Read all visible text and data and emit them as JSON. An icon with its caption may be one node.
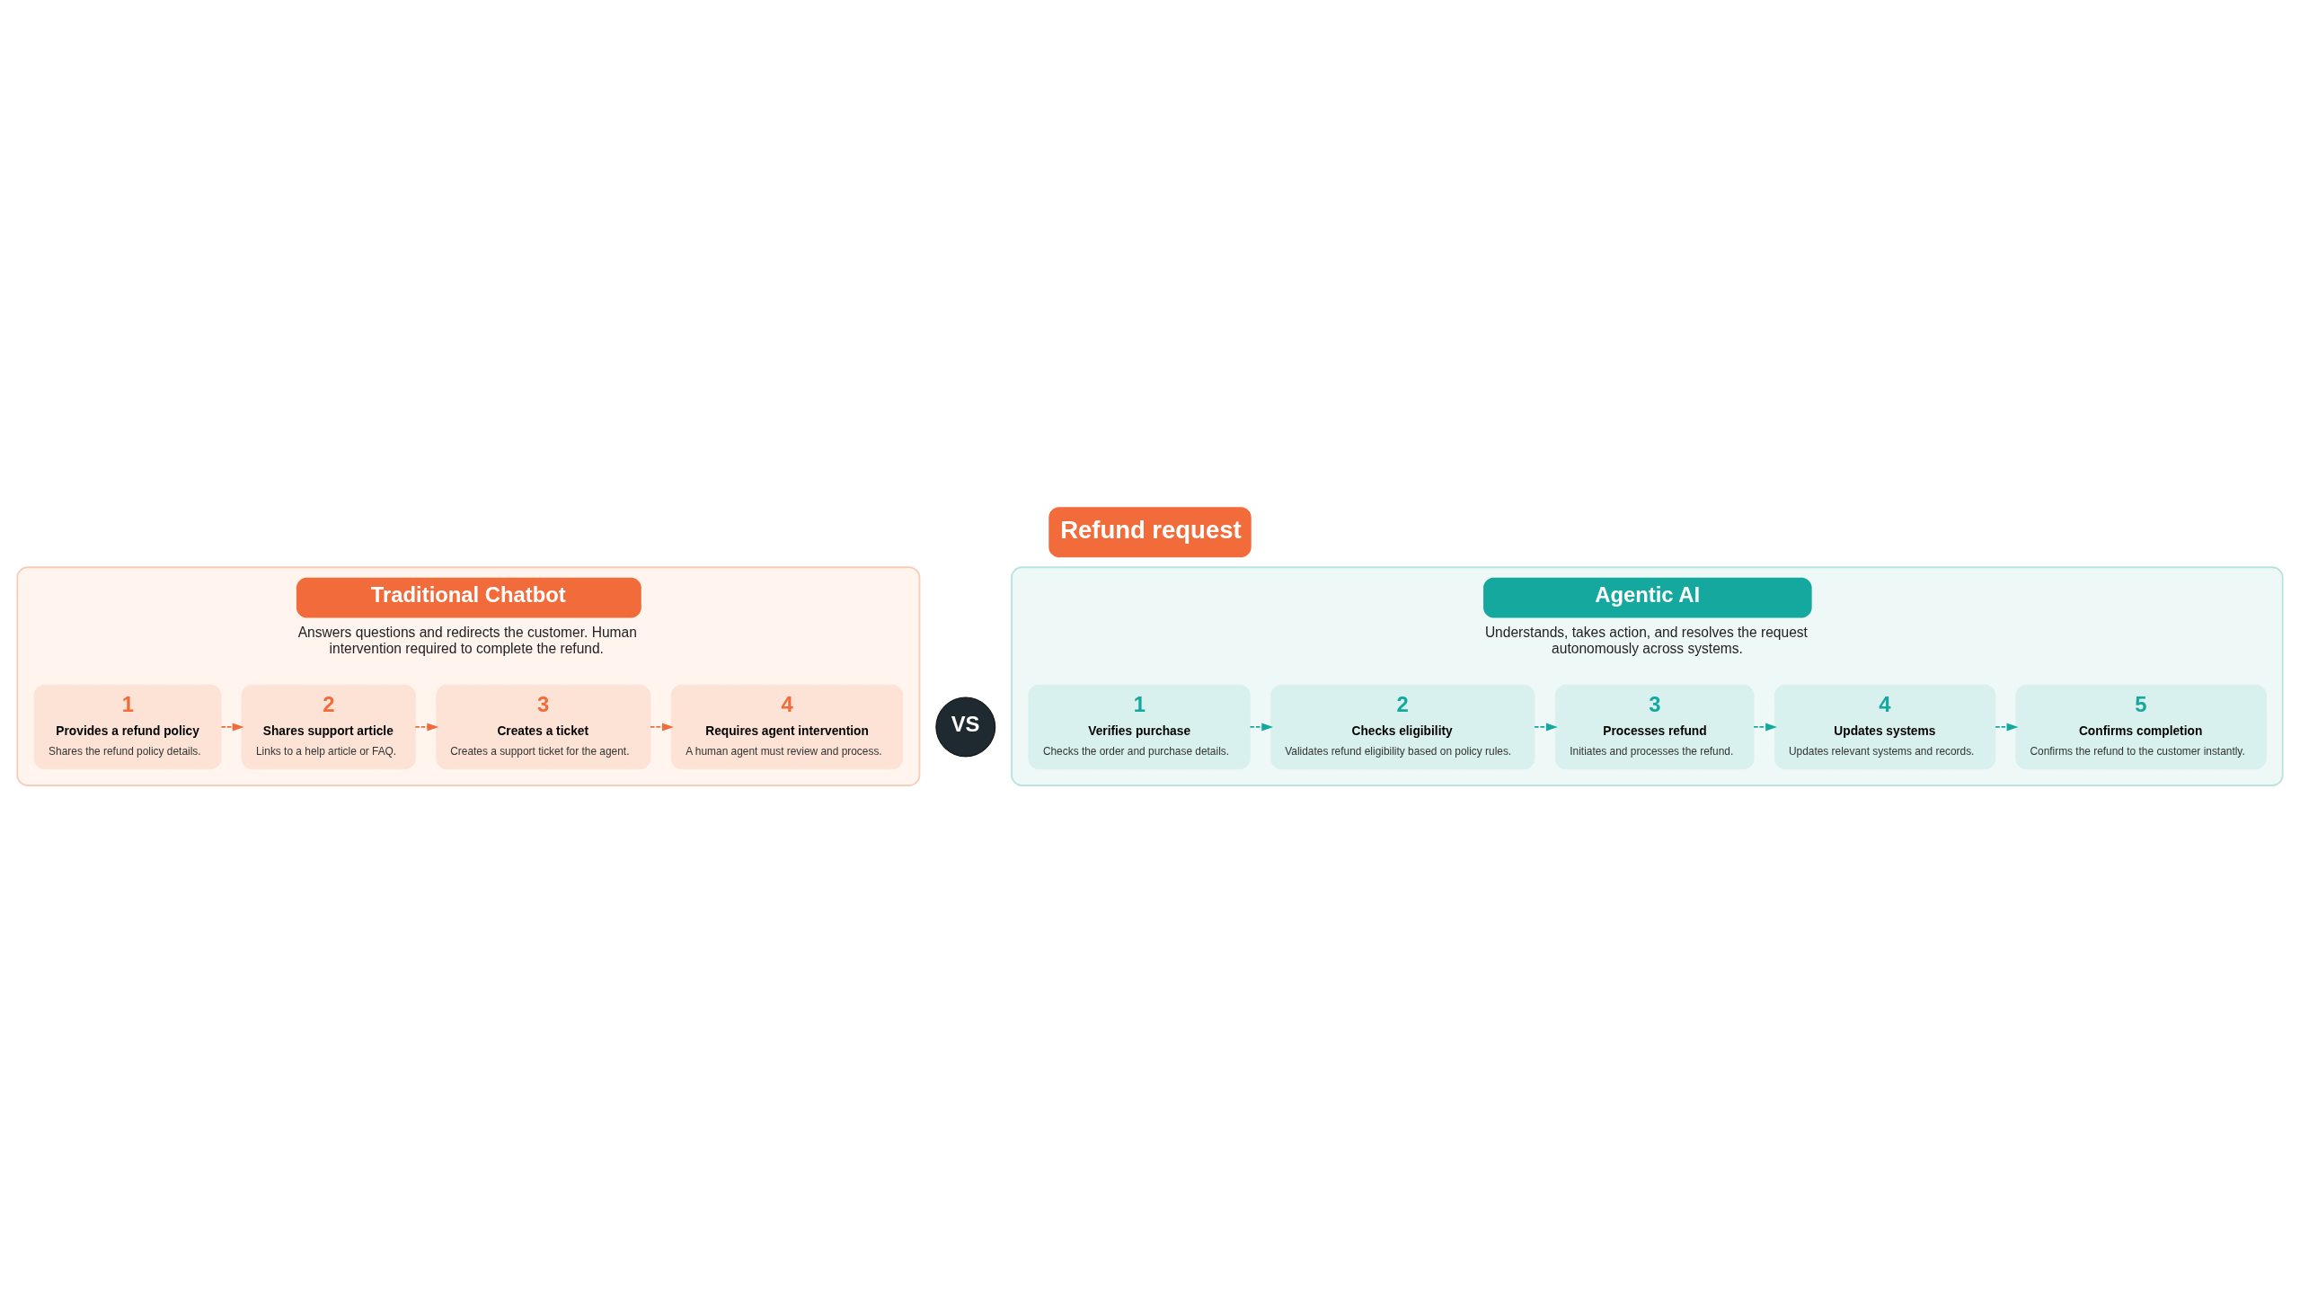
{
  "diagram": {
    "title": "Refund request",
    "nodes": [
      {
        "text": [
          "Traditional Chatbot",
          "Answers questions and redirects the customer. Human intervention required to complete the refund."
        ]
      },
      {
        "text": [
          "1",
          "Provides a refund policy",
          "Shares the refund policy details."
        ],
        "in": 0
      },
      {
        "text": [
          "2",
          "Shares support article",
          "Links to a help article or FAQ."
        ],
        "in": 0
      },
      {
        "text": [
          "3",
          "Creates a ticket",
          "Creates a support ticket for the agent."
        ],
        "in": 0
      },
      {
        "text": [
          "4",
          "Requires agent intervention",
          "A human agent must review and process."
        ],
        "in": 0
      },
      {
        "text": [
          "VS"
        ]
      },
      {
        "text": [
          "Agentic AI",
          "Understands, takes action, and resolves the request autonomously across systems."
        ]
      },
      {
        "text": [
          "1",
          "Verifies purchase",
          "Checks the order and purchase details."
        ],
        "in": 6
      },
      {
        "text": [
          "2",
          "Checks eligibility",
          "Validates refund eligibility based on policy rules."
        ],
        "in": 6
      },
      {
        "text": [
          "3",
          "Processes refund",
          "Initiates and processes the refund."
        ],
        "in": 6
      },
      {
        "text": [
          "4",
          "Updates systems",
          "Updates relevant systems and records."
        ],
        "in": 6
      },
      {
        "text": [
          "5",
          "Confirms completion",
          "Confirms the refund to the customer instantly."
        ],
        "in": 6
      }
    ],
    "edges": [
      {
        "from": 1,
        "to": 2,
        "arrow": "to",
        "style": "dashed",
        "color": "#f26b3a"
      },
      {
        "from": 2,
        "to": 3,
        "arrow": "to",
        "style": "dashed",
        "color": "#f26b3a"
      },
      {
        "from": 3,
        "to": 4,
        "arrow": "to",
        "style": "dashed",
        "color": "#f26b3a"
      },
      {
        "from": 7,
        "to": 8,
        "arrow": "to",
        "style": "dashed",
        "color": "#14a89e"
      },
      {
        "from": 8,
        "to": 9,
        "arrow": "to",
        "style": "dashed",
        "color": "#14a89e"
      },
      {
        "from": 9,
        "to": 10,
        "arrow": "to",
        "style": "dashed",
        "color": "#14a89e"
      },
      {
        "from": 10,
        "to": 11,
        "arrow": "to",
        "style": "dashed",
        "color": "#14a89e"
      }
    ]
  }
}
